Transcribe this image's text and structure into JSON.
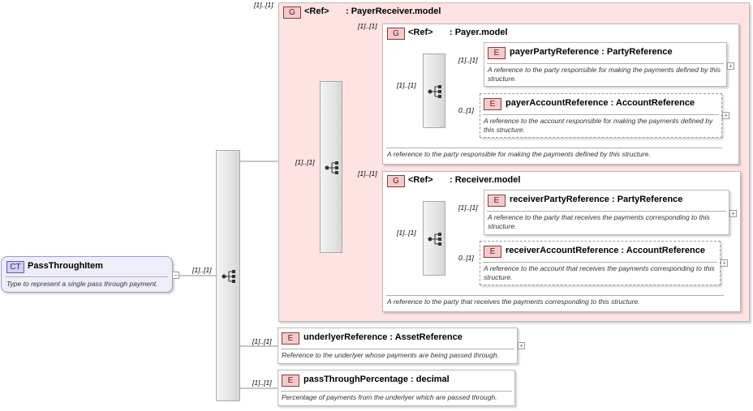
{
  "complex_type": {
    "badge": "CT",
    "name": "PassThroughItem",
    "description": "Type to represent a single pass through payment.",
    "collapse_glyph": "−"
  },
  "expand_glyph": "+",
  "top_group": {
    "badge": "G",
    "ref": "<Ref>",
    "name": ": PayerReceiver.model",
    "cardinality": "[1]..[1]"
  },
  "connectors": {
    "ct_to_seq": "[1]..[1]",
    "seq_to_choice": "[1]..[1]",
    "choice_to_payer": "[1]..[1]",
    "choice_to_receiver": "[1]..[1]",
    "underlyer": "[1]..[1]",
    "percentage": "[1]..[1]"
  },
  "payer_group": {
    "badge": "G",
    "ref": "<Ref>",
    "name": ": Payer.model",
    "cardinality": "[1]..[1]",
    "seq_cardinality": "[1]..[1]",
    "description": "A reference to the party responsible for making the payments defined by this structure.",
    "elements": [
      {
        "badge": "E",
        "name": "payerPartyReference",
        "type": ": PartyReference",
        "cardinality": "[1]..[1]",
        "description": "A reference to the party responsible for making the payments defined by this structure."
      },
      {
        "badge": "E",
        "name": "payerAccountReference",
        "type": ": AccountReference",
        "cardinality": "0..[1]",
        "description": "A reference to the account responsible for making the payments defined by this structure."
      }
    ]
  },
  "receiver_group": {
    "badge": "G",
    "ref": "<Ref>",
    "name": ": Receiver.model",
    "cardinality": "[1]..[1]",
    "seq_cardinality": "[1]..[1]",
    "description": "A reference to the party that receives the payments corresponding to this structure.",
    "elements": [
      {
        "badge": "E",
        "name": "receiverPartyReference",
        "type": ": PartyReference",
        "cardinality": "[1]..[1]",
        "description": "A reference to the party that receives the payments corresponding to this structure."
      },
      {
        "badge": "E",
        "name": "receiverAccountReference",
        "type": ": AccountReference",
        "cardinality": "0..[1]",
        "description": "A reference to the account that receives the payments corresponding to this structure."
      }
    ]
  },
  "underlyer": {
    "badge": "E",
    "name": "underlyerReference",
    "type": ": AssetReference",
    "description": "Reference to the underlyer whose payments are being passed through."
  },
  "percentage": {
    "badge": "E",
    "name": "passThroughPercentage",
    "type": ": decimal",
    "description": "Percentage of payments from the underlyer which are passed through."
  }
}
